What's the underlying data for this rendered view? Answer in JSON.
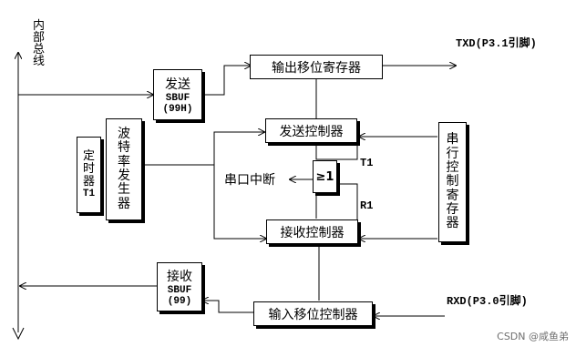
{
  "bus": {
    "label_chars": [
      "内",
      "部",
      "总",
      "线"
    ]
  },
  "blocks": {
    "output_shift": "输出移位寄存器",
    "send_sbuf": {
      "line1": "发送",
      "line2": "SBUF",
      "line3": "(99H)"
    },
    "send_ctrl": "发送控制器",
    "recv_ctrl": "接收控制器",
    "timer": {
      "chars": [
        "定",
        "时",
        "器"
      ],
      "suffix": "T1"
    },
    "baud_gen": {
      "chars": [
        "波",
        "特",
        "率",
        "发",
        "生",
        "器"
      ]
    },
    "gate": "≥1",
    "serial_ctrl_reg": {
      "chars": [
        "串",
        "行",
        "控",
        "制",
        "寄",
        "存",
        "器"
      ]
    },
    "recv_sbuf": {
      "line1": "接收",
      "line2": "SBUF",
      "line3": "(99)"
    },
    "input_shift": "输入移位控制器"
  },
  "labels": {
    "txd": "TXD(P3.1引脚)",
    "rxd": "RXD(P3.0引脚)",
    "interrupt": "串口中断",
    "t1": "T1",
    "r1": "R1"
  },
  "watermark": "CSDN @咸鱼弟"
}
